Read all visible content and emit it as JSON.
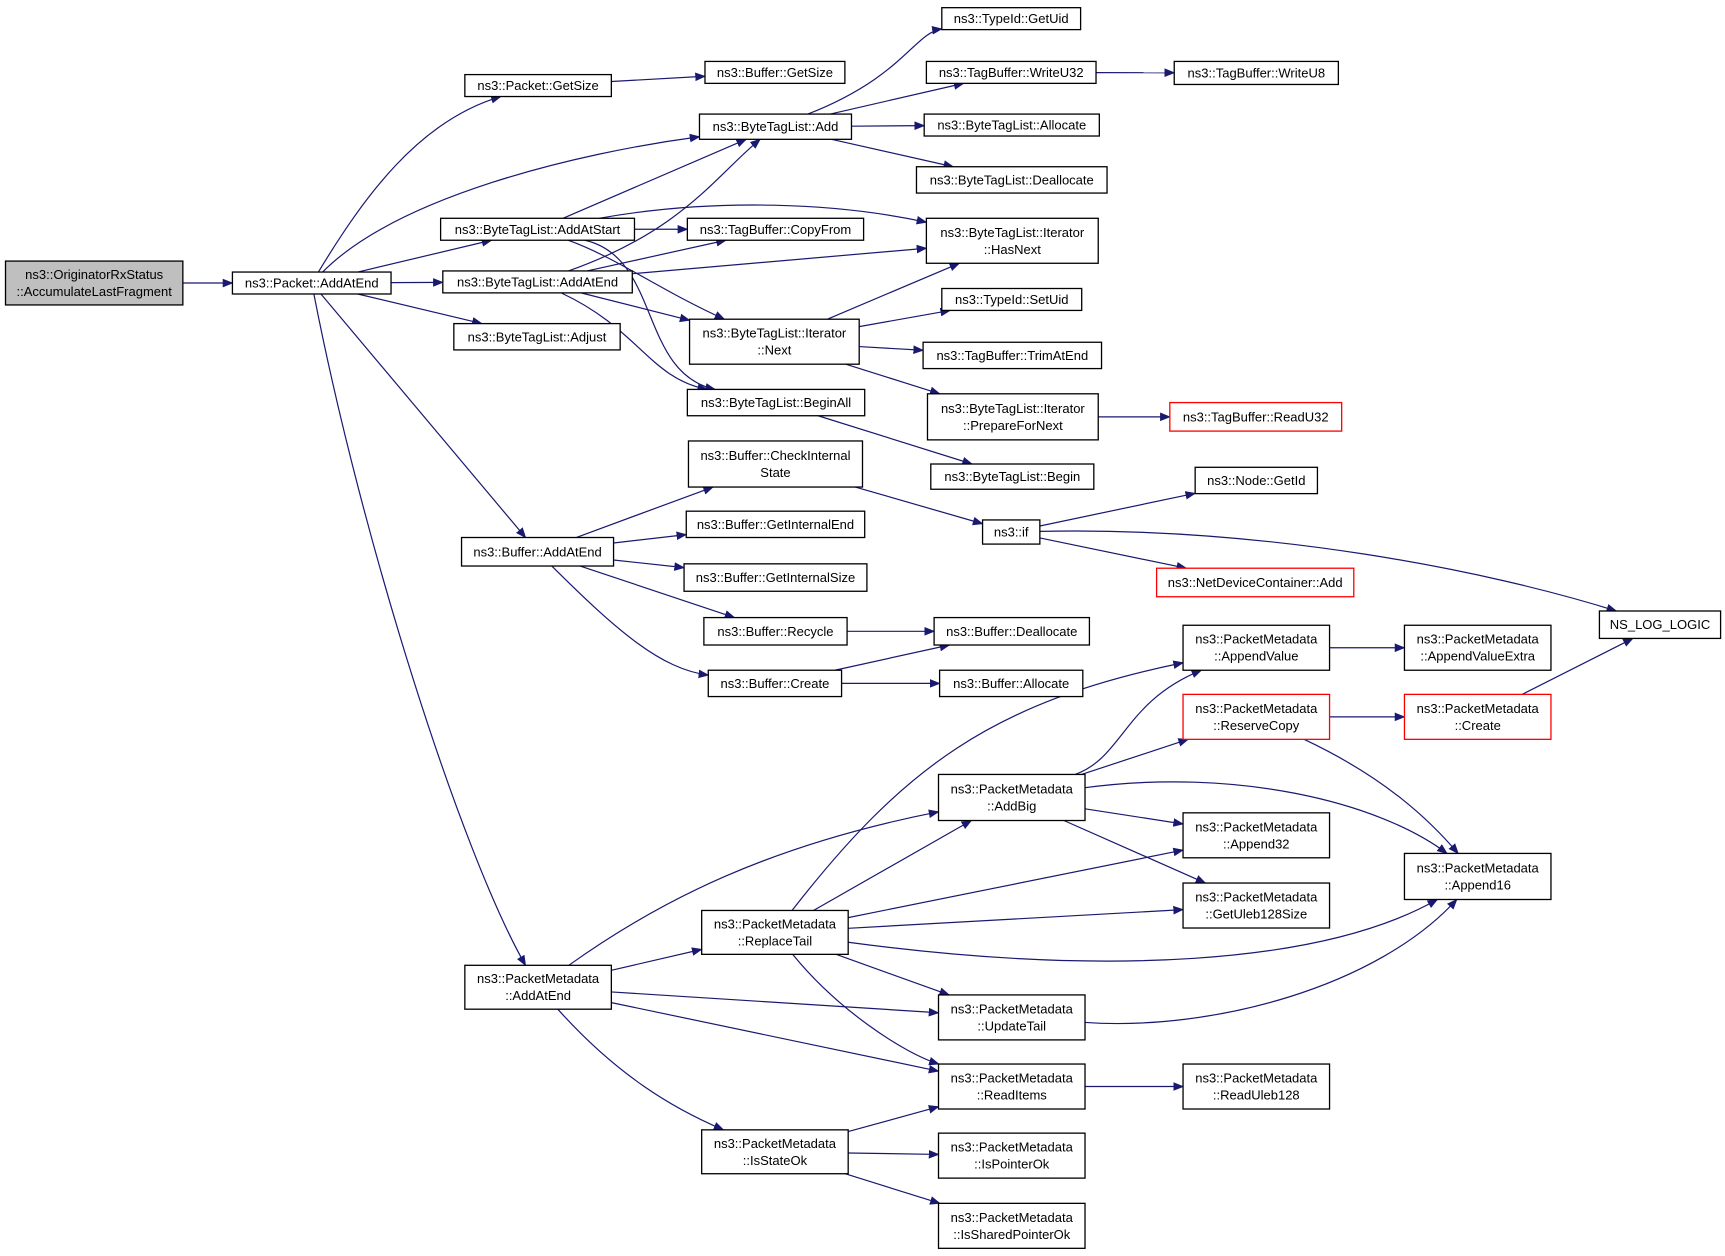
{
  "graph": {
    "colors": {
      "edge": "#191970",
      "node_border": "#000000",
      "truncated_border": "#ff0000",
      "root_fill": "#bfbfbf",
      "background": "#ffffff"
    },
    "nodes": [
      {
        "id": "root",
        "lines": [
          "ns3::OriginatorRxStatus",
          "::AccumulateLastFragment"
        ],
        "kind": "root"
      },
      {
        "id": "pkt_addatend",
        "lines": [
          "ns3::Packet::AddAtEnd"
        ]
      },
      {
        "id": "pkt_getsize",
        "lines": [
          "ns3::Packet::GetSize"
        ]
      },
      {
        "id": "buf_getsize",
        "lines": [
          "ns3::Buffer::GetSize"
        ]
      },
      {
        "id": "btl_add",
        "lines": [
          "ns3::ByteTagList::Add"
        ]
      },
      {
        "id": "typeid_getuid",
        "lines": [
          "ns3::TypeId::GetUid"
        ]
      },
      {
        "id": "tb_writeu32",
        "lines": [
          "ns3::TagBuffer::WriteU32"
        ]
      },
      {
        "id": "tb_writeu8",
        "lines": [
          "ns3::TagBuffer::WriteU8"
        ]
      },
      {
        "id": "btl_allocate",
        "lines": [
          "ns3::ByteTagList::Allocate"
        ]
      },
      {
        "id": "btl_deallocate",
        "lines": [
          "ns3::ByteTagList::Deallocate"
        ]
      },
      {
        "id": "btl_addatstart",
        "lines": [
          "ns3::ByteTagList::AddAtStart"
        ]
      },
      {
        "id": "tb_copyfrom",
        "lines": [
          "ns3::TagBuffer::CopyFrom"
        ]
      },
      {
        "id": "it_hasnext",
        "lines": [
          "ns3::ByteTagList::Iterator",
          "::HasNext"
        ]
      },
      {
        "id": "btl_addatend",
        "lines": [
          "ns3::ByteTagList::AddAtEnd"
        ]
      },
      {
        "id": "typeid_setuid",
        "lines": [
          "ns3::TypeId::SetUid"
        ]
      },
      {
        "id": "it_next",
        "lines": [
          "ns3::ByteTagList::Iterator",
          "::Next"
        ]
      },
      {
        "id": "tb_trimatend",
        "lines": [
          "ns3::TagBuffer::TrimAtEnd"
        ]
      },
      {
        "id": "btl_adjust",
        "lines": [
          "ns3::ByteTagList::Adjust"
        ]
      },
      {
        "id": "it_prepare",
        "lines": [
          "ns3::ByteTagList::Iterator",
          "::PrepareForNext"
        ]
      },
      {
        "id": "tb_readu32",
        "lines": [
          "ns3::TagBuffer::ReadU32"
        ],
        "kind": "truncated"
      },
      {
        "id": "btl_beginall",
        "lines": [
          "ns3::ByteTagList::BeginAll"
        ]
      },
      {
        "id": "btl_begin",
        "lines": [
          "ns3::ByteTagList::Begin"
        ]
      },
      {
        "id": "buf_checkinternal",
        "lines": [
          "ns3::Buffer::CheckInternal",
          "State"
        ]
      },
      {
        "id": "node_getid",
        "lines": [
          "ns3::Node::GetId"
        ]
      },
      {
        "id": "ns3_if",
        "lines": [
          "ns3::if"
        ]
      },
      {
        "id": "buf_addatend",
        "lines": [
          "ns3::Buffer::AddAtEnd"
        ]
      },
      {
        "id": "buf_getinternalend",
        "lines": [
          "ns3::Buffer::GetInternalEnd"
        ]
      },
      {
        "id": "buf_getinternalsize",
        "lines": [
          "ns3::Buffer::GetInternalSize"
        ]
      },
      {
        "id": "ndc_add",
        "lines": [
          "ns3::NetDeviceContainer::Add"
        ],
        "kind": "truncated"
      },
      {
        "id": "ns_log_logic",
        "lines": [
          "NS_LOG_LOGIC"
        ]
      },
      {
        "id": "buf_recycle",
        "lines": [
          "ns3::Buffer::Recycle"
        ]
      },
      {
        "id": "buf_deallocate",
        "lines": [
          "ns3::Buffer::Deallocate"
        ]
      },
      {
        "id": "buf_create",
        "lines": [
          "ns3::Buffer::Create"
        ]
      },
      {
        "id": "buf_allocate",
        "lines": [
          "ns3::Buffer::Allocate"
        ]
      },
      {
        "id": "pm_appendvalue",
        "lines": [
          "ns3::PacketMetadata",
          "::AppendValue"
        ]
      },
      {
        "id": "pm_appendvalueextra",
        "lines": [
          "ns3::PacketMetadata",
          "::AppendValueExtra"
        ]
      },
      {
        "id": "pm_reservecopy",
        "lines": [
          "ns3::PacketMetadata",
          "::ReserveCopy"
        ],
        "kind": "truncated"
      },
      {
        "id": "pm_create",
        "lines": [
          "ns3::PacketMetadata",
          "::Create"
        ],
        "kind": "truncated"
      },
      {
        "id": "pm_addbig",
        "lines": [
          "ns3::PacketMetadata",
          "::AddBig"
        ]
      },
      {
        "id": "pm_append32",
        "lines": [
          "ns3::PacketMetadata",
          "::Append32"
        ]
      },
      {
        "id": "pm_append16",
        "lines": [
          "ns3::PacketMetadata",
          "::Append16"
        ]
      },
      {
        "id": "pm_replacetail",
        "lines": [
          "ns3::PacketMetadata",
          "::ReplaceTail"
        ]
      },
      {
        "id": "pm_getuleb",
        "lines": [
          "ns3::PacketMetadata",
          "::GetUleb128Size"
        ]
      },
      {
        "id": "pm_addatend",
        "lines": [
          "ns3::PacketMetadata",
          "::AddAtEnd"
        ]
      },
      {
        "id": "pm_updatetail",
        "lines": [
          "ns3::PacketMetadata",
          "::UpdateTail"
        ]
      },
      {
        "id": "pm_readitems",
        "lines": [
          "ns3::PacketMetadata",
          "::ReadItems"
        ]
      },
      {
        "id": "pm_readuleb",
        "lines": [
          "ns3::PacketMetadata",
          "::ReadUleb128"
        ]
      },
      {
        "id": "pm_isstateok",
        "lines": [
          "ns3::PacketMetadata",
          "::IsStateOk"
        ]
      },
      {
        "id": "pm_ispointerok",
        "lines": [
          "ns3::PacketMetadata",
          "::IsPointerOk"
        ]
      },
      {
        "id": "pm_issharedpointerok",
        "lines": [
          "ns3::PacketMetadata",
          "::IsSharedPointerOk"
        ]
      }
    ],
    "edges": [
      [
        "root",
        "pkt_addatend"
      ],
      [
        "pkt_addatend",
        "pkt_getsize"
      ],
      [
        "pkt_addatend",
        "btl_add"
      ],
      [
        "pkt_addatend",
        "btl_addatstart"
      ],
      [
        "pkt_addatend",
        "btl_addatend"
      ],
      [
        "pkt_addatend",
        "btl_adjust"
      ],
      [
        "pkt_addatend",
        "buf_addatend"
      ],
      [
        "pkt_addatend",
        "pm_addatend"
      ],
      [
        "pkt_getsize",
        "buf_getsize"
      ],
      [
        "btl_add",
        "typeid_getuid"
      ],
      [
        "btl_add",
        "tb_writeu32"
      ],
      [
        "btl_add",
        "btl_allocate"
      ],
      [
        "btl_add",
        "btl_deallocate"
      ],
      [
        "tb_writeu32",
        "tb_writeu8"
      ],
      [
        "btl_addatstart",
        "btl_add"
      ],
      [
        "btl_addatstart",
        "tb_copyfrom"
      ],
      [
        "btl_addatstart",
        "it_hasnext"
      ],
      [
        "btl_addatstart",
        "it_next"
      ],
      [
        "btl_addatstart",
        "btl_beginall"
      ],
      [
        "btl_addatend",
        "btl_add"
      ],
      [
        "btl_addatend",
        "tb_copyfrom"
      ],
      [
        "btl_addatend",
        "it_hasnext"
      ],
      [
        "btl_addatend",
        "it_next"
      ],
      [
        "btl_addatend",
        "btl_beginall"
      ],
      [
        "it_next",
        "it_hasnext"
      ],
      [
        "it_next",
        "typeid_setuid"
      ],
      [
        "it_next",
        "tb_trimatend"
      ],
      [
        "it_next",
        "it_prepare"
      ],
      [
        "it_prepare",
        "tb_readu32"
      ],
      [
        "btl_beginall",
        "btl_begin"
      ],
      [
        "buf_addatend",
        "buf_checkinternal"
      ],
      [
        "buf_addatend",
        "buf_getinternalend"
      ],
      [
        "buf_addatend",
        "buf_getinternalsize"
      ],
      [
        "buf_addatend",
        "buf_recycle"
      ],
      [
        "buf_addatend",
        "buf_create"
      ],
      [
        "buf_checkinternal",
        "ns3_if"
      ],
      [
        "ns3_if",
        "node_getid"
      ],
      [
        "ns3_if",
        "ndc_add"
      ],
      [
        "ns3_if",
        "ns_log_logic"
      ],
      [
        "buf_recycle",
        "buf_deallocate"
      ],
      [
        "buf_create",
        "buf_deallocate"
      ],
      [
        "buf_create",
        "buf_allocate"
      ],
      [
        "pm_addatend",
        "pm_addbig"
      ],
      [
        "pm_addatend",
        "pm_replacetail"
      ],
      [
        "pm_addatend",
        "pm_updatetail"
      ],
      [
        "pm_addatend",
        "pm_readitems"
      ],
      [
        "pm_addatend",
        "pm_isstateok"
      ],
      [
        "pm_replacetail",
        "pm_appendvalue"
      ],
      [
        "pm_replacetail",
        "pm_addbig"
      ],
      [
        "pm_replacetail",
        "pm_append32"
      ],
      [
        "pm_replacetail",
        "pm_getuleb"
      ],
      [
        "pm_replacetail",
        "pm_append16"
      ],
      [
        "pm_replacetail",
        "pm_updatetail"
      ],
      [
        "pm_replacetail",
        "pm_readitems"
      ],
      [
        "pm_addbig",
        "pm_appendvalue"
      ],
      [
        "pm_addbig",
        "pm_reservecopy"
      ],
      [
        "pm_addbig",
        "pm_append16"
      ],
      [
        "pm_addbig",
        "pm_append32"
      ],
      [
        "pm_addbig",
        "pm_getuleb"
      ],
      [
        "pm_appendvalue",
        "pm_appendvalueextra"
      ],
      [
        "pm_reservecopy",
        "pm_create"
      ],
      [
        "pm_reservecopy",
        "pm_append16"
      ],
      [
        "pm_create",
        "ns_log_logic"
      ],
      [
        "pm_updatetail",
        "pm_append16"
      ],
      [
        "pm_readitems",
        "pm_readuleb"
      ],
      [
        "pm_isstateok",
        "pm_readitems"
      ],
      [
        "pm_isstateok",
        "pm_ispointerok"
      ],
      [
        "pm_isstateok",
        "pm_issharedpointerok"
      ]
    ]
  }
}
